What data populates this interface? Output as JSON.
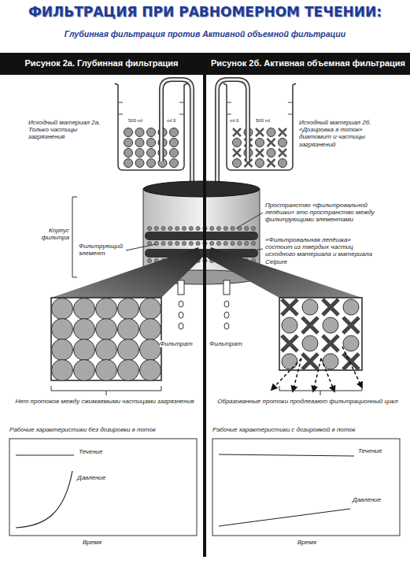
{
  "diagram": {
    "title": "ФИЛЬТРАЦИЯ ПРИ РАВНОМЕРНОМ ТЕЧЕНИИ:",
    "nodes": [
      {
        "text": [
          "Рисунок 2а. Глубинная фильтрация"
        ]
      },
      {
        "text": [
          "Рисунок 2б. Активная объемная фильтрация"
        ]
      },
      {
        "text": [
          "Рабочие характеристики без дозировки в поток",
          "Течение",
          "Давление",
          "Время"
        ]
      },
      {
        "text": [
          "Рабочие характеристики с дозировкой в поток",
          "Течение",
          "Давление",
          "Время"
        ]
      }
    ],
    "labels": [
      "Глубинная фильтрация против Активной объемной фильтрации",
      "500 ml",
      "ml 0",
      "ml 0",
      "500 ml",
      "Исходный материал 2а. Только частицы загрязнения",
      "Исходный материал 2б. «Дозировка в поток» диатомит и частицы загрязнений",
      "Корпус фильтра",
      "Фильтрующий элемент",
      "Пространство «фильтровальной лепёшки» это пространство между фильтрующими элементами",
      "«Фильтровальная лепёшка» состоит из твердых частиц исходного материала и материала Celpure",
      "Фильтрат",
      "Фильтрат",
      "Нет протоков между сжимаемыми частицами загрязнения",
      "Образованные протоки продлевают фильтрационный цикл"
    ]
  }
}
